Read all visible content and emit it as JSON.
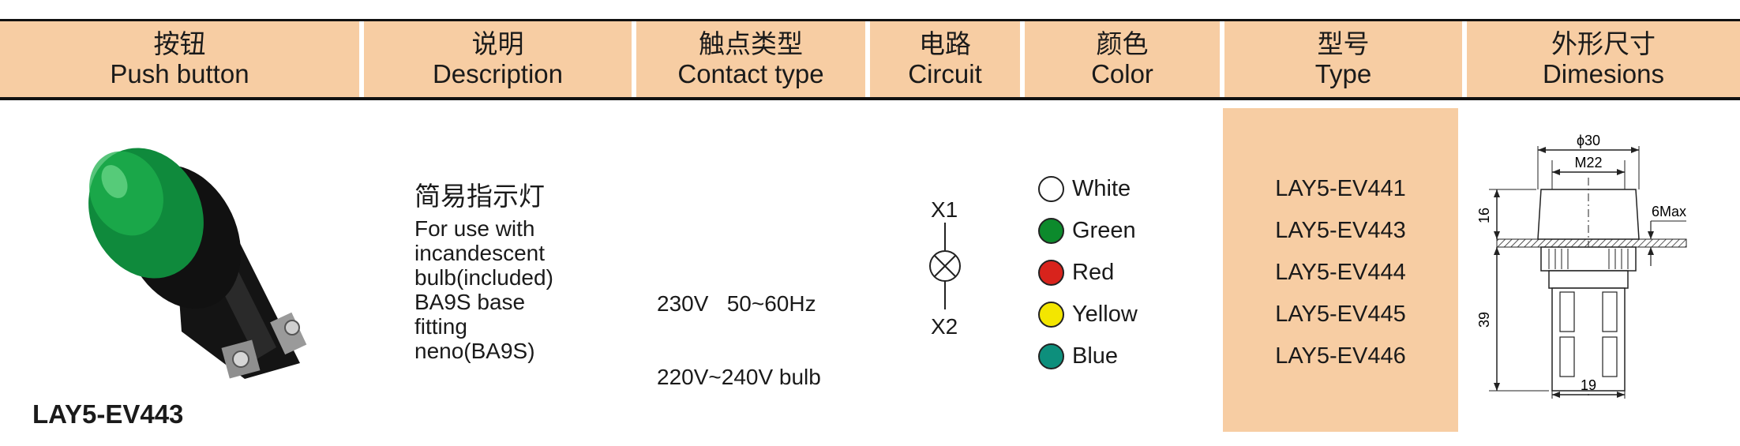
{
  "header": {
    "columns": [
      {
        "cn": "按钮",
        "en": "Push button"
      },
      {
        "cn": "说明",
        "en": "Description"
      },
      {
        "cn": "触点类型",
        "en": "Contact type"
      },
      {
        "cn": "电路",
        "en": "Circuit"
      },
      {
        "cn": "颜色",
        "en": "Color"
      },
      {
        "cn": "型号",
        "en": "Type"
      },
      {
        "cn": "外形尺寸",
        "en": "Dimesions"
      }
    ]
  },
  "product": {
    "model": "LAY5-EV443",
    "lens_color": "#0f8a3c"
  },
  "description": {
    "cn": "简易指示灯",
    "lines": [
      "For use with",
      "incandescent",
      "bulb(included)",
      "BA9S base",
      "fitting",
      "neno(BA9S)"
    ]
  },
  "contact": {
    "line1": "230V   50~60Hz",
    "line2": "220V~240V bulb"
  },
  "circuit": {
    "top_label": "X1",
    "bottom_label": "X2"
  },
  "colors": [
    {
      "name": "White",
      "hex": "#ffffff"
    },
    {
      "name": "Green",
      "hex": "#0c8a2c"
    },
    {
      "name": "Red",
      "hex": "#d8231c"
    },
    {
      "name": "Yellow",
      "hex": "#f3e600"
    },
    {
      "name": "Blue",
      "hex": "#0d8f7c"
    }
  ],
  "types": [
    "LAY5-EV441",
    "LAY5-EV443",
    "LAY5-EV444",
    "LAY5-EV445",
    "LAY5-EV446"
  ],
  "dimensions": {
    "diameter": "ϕ30",
    "thread": "M22",
    "head_height": "16",
    "body_height": "39",
    "panel": "6Max",
    "width": "19"
  },
  "theme": {
    "header_bg": "#f7cda3",
    "line": "#111111"
  }
}
